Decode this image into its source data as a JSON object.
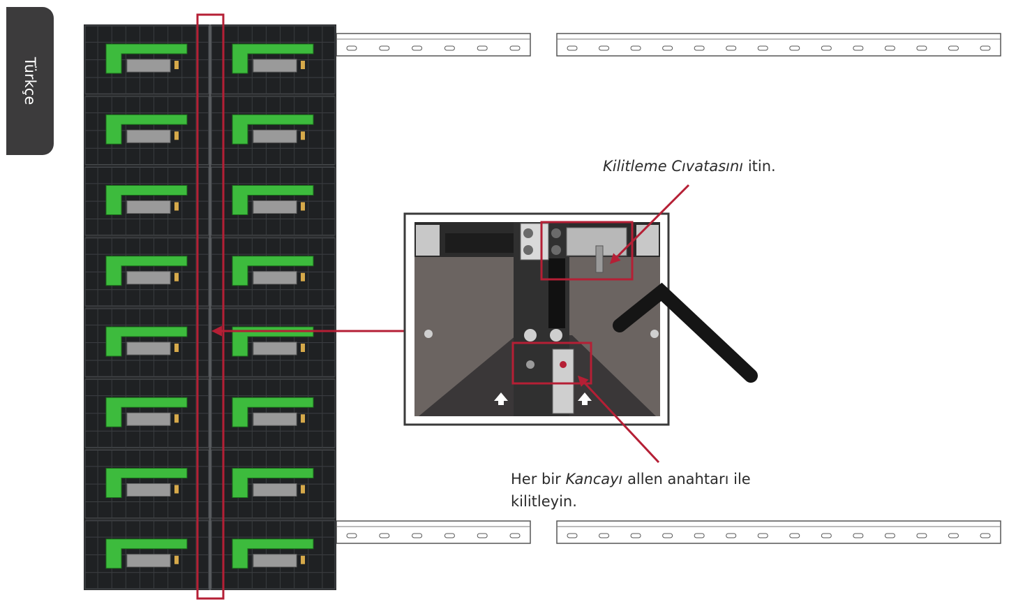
{
  "language_tab": "Türkçe",
  "callouts": {
    "bolt": {
      "italic": "Kilitleme Cıvatasını",
      "rest": " itin."
    },
    "hook": {
      "pre": "Her bir ",
      "italic": "Kancayı",
      "post": " allen anahtarı ile kilitleyin."
    }
  },
  "colors": {
    "panel": "#2a2c2e",
    "bracket": "#3dbb3d",
    "highlight": "#b51f35",
    "tab_bg": "#3c3b3c"
  },
  "wall": {
    "panel_rows": 8,
    "panel_columns": 2
  }
}
